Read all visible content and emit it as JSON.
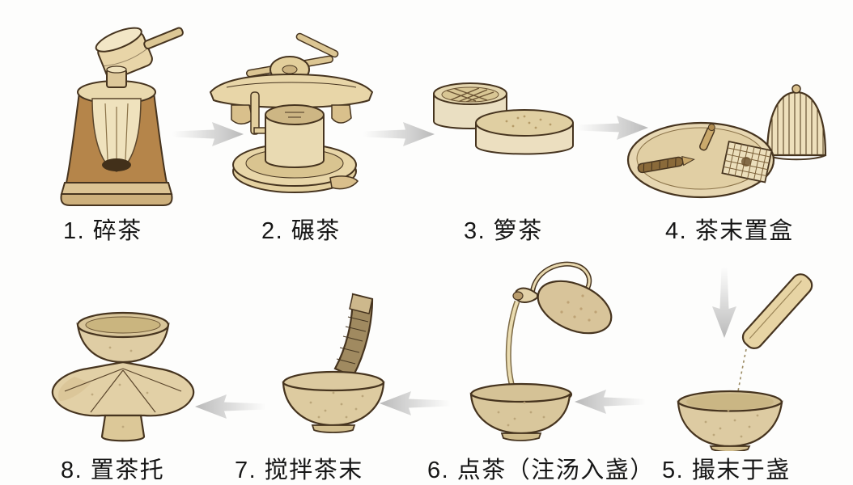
{
  "diagram": {
    "kind": "process-flow",
    "rows": 2,
    "flow_description": "top row left-to-right, turn down at right, bottom row right-to-left"
  },
  "colors": {
    "background": "#fdfdfc",
    "ink": "#161616",
    "arrow_gray": "#c2c2c2",
    "wash_cream": "#eee0bc",
    "wash_tan": "#d9c49c",
    "wash_brown": "#b5854a",
    "outline_brown": "#46341f"
  },
  "steps": [
    {
      "num": 1,
      "label": "1. 碎茶",
      "icon": "mortar-and-mallet-icon"
    },
    {
      "num": 2,
      "label": "2. 碾茶",
      "icon": "tea-roller-and-mill-icon"
    },
    {
      "num": 3,
      "label": "3. 箩茶",
      "icon": "sieve-boxes-icon"
    },
    {
      "num": 4,
      "label": "4. 茶末置盒",
      "icon": "tray-and-ribbed-caddy-icon"
    },
    {
      "num": 5,
      "label": "5. 撮末于盏",
      "icon": "bowl-with-scoop-icon"
    },
    {
      "num": 6,
      "label": "6. 点茶（注汤入盏）",
      "icon": "ewer-pouring-into-bowl-icon"
    },
    {
      "num": 7,
      "label": "7. 搅拌茶末",
      "icon": "bowl-with-whisk-icon"
    },
    {
      "num": 8,
      "label": "8. 置茶托",
      "icon": "cup-on-lotus-stand-icon"
    }
  ],
  "arrows": [
    {
      "from": 1,
      "to": 2,
      "direction": "right"
    },
    {
      "from": 2,
      "to": 3,
      "direction": "right"
    },
    {
      "from": 3,
      "to": 4,
      "direction": "right"
    },
    {
      "from": 4,
      "to": 5,
      "direction": "down"
    },
    {
      "from": 5,
      "to": 6,
      "direction": "left"
    },
    {
      "from": 6,
      "to": 7,
      "direction": "left"
    },
    {
      "from": 7,
      "to": 8,
      "direction": "left"
    }
  ]
}
